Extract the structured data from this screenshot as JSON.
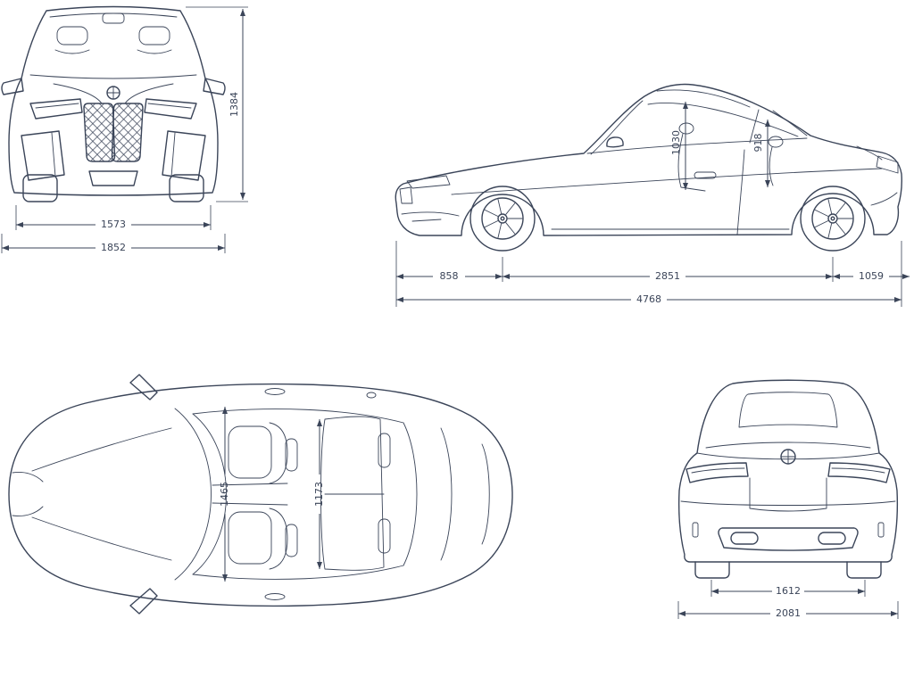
{
  "colors": {
    "line": "#3b4559",
    "background": "#ffffff"
  },
  "views": {
    "front": {
      "dims": {
        "height": "1384",
        "track": "1573",
        "width": "1852"
      }
    },
    "side": {
      "dims": {
        "headroom_front": "1030",
        "headroom_rear": "918",
        "overhang_front": "858",
        "wheelbase": "2851",
        "overhang_rear": "1059",
        "length": "4768"
      }
    },
    "top": {
      "dims": {
        "shoulder_front": "1465",
        "shoulder_rear": "1173"
      }
    },
    "rear": {
      "dims": {
        "track_rear": "1612",
        "width_overall": "2081"
      }
    }
  }
}
